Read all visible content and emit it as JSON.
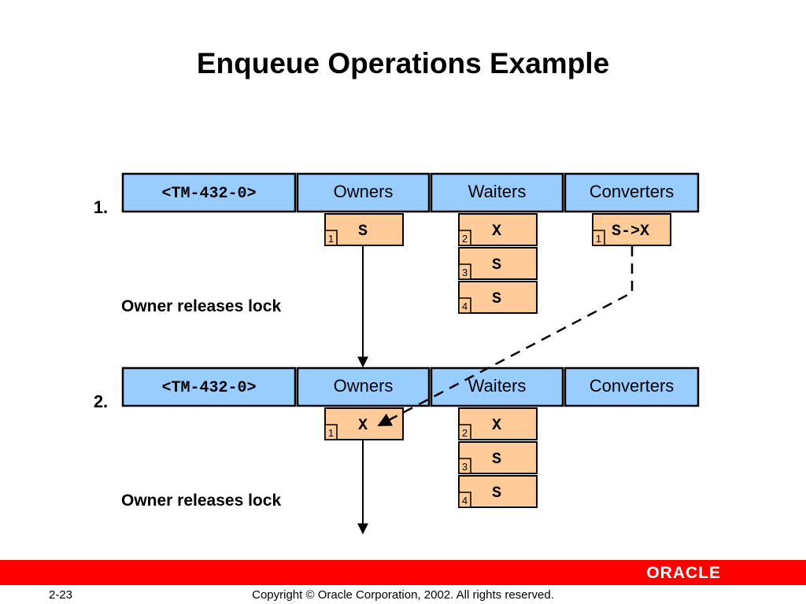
{
  "title": "Enqueue Operations Example",
  "diagram": {
    "states": [
      {
        "step": "1.",
        "header": {
          "resource": "<TM-432-0>",
          "owners": "Owners",
          "waiters": "Waiters",
          "converters": "Converters"
        },
        "owners": [
          {
            "seq": "1",
            "mode": "S"
          }
        ],
        "waiters": [
          {
            "seq": "2",
            "mode": "X"
          },
          {
            "seq": "3",
            "mode": "S"
          },
          {
            "seq": "4",
            "mode": "S"
          }
        ],
        "converters": [
          {
            "seq": "1",
            "mode": "S->X"
          }
        ],
        "caption": "Owner releases lock"
      },
      {
        "step": "2.",
        "header": {
          "resource": "<TM-432-0>",
          "owners": "Owners",
          "waiters": "Waiters",
          "converters": "Converters"
        },
        "owners": [
          {
            "seq": "1",
            "mode": "X"
          }
        ],
        "waiters": [
          {
            "seq": "2",
            "mode": "X"
          },
          {
            "seq": "3",
            "mode": "S"
          },
          {
            "seq": "4",
            "mode": "S"
          }
        ],
        "converters": [],
        "caption": "Owner releases lock"
      }
    ]
  },
  "footer": {
    "logo": "ORACLE",
    "page_number": "2-23",
    "copyright": "Copyright © Oracle Corporation, 2002. All rights reserved.",
    "bar_color": "#ff0000"
  }
}
